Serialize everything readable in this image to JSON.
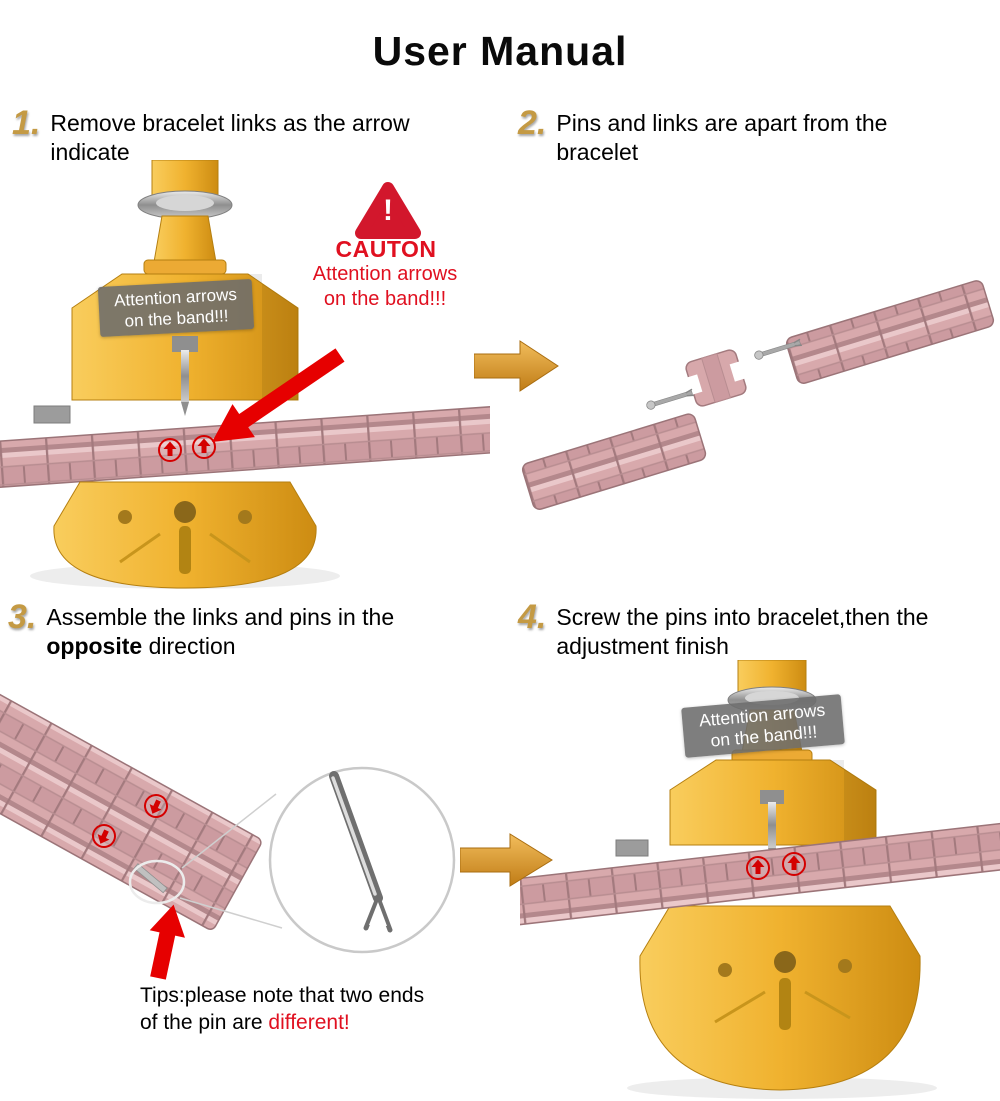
{
  "title": "User Manual",
  "steps": [
    {
      "number": "1.",
      "line1": "Remove bracelet links as the arrow",
      "line2": "indicate"
    },
    {
      "number": "2.",
      "line1": "Pins and links are apart from the",
      "line2": "bracelet"
    },
    {
      "number": "3.",
      "line1": "Assemble the links and pins in the",
      "line2_bold": "opposite",
      "line2_rest": " direction"
    },
    {
      "number": "4.",
      "line1": "Screw the pins into bracelet,then the",
      "line2": "adjustment finish"
    }
  ],
  "caution": {
    "mark": "!",
    "title": "CAUTON",
    "line1": "Attention arrows",
    "line2": "on the band!!!"
  },
  "band_label": {
    "line1": "Attention arrows",
    "line2": "on the band!!!"
  },
  "tips": {
    "line1": "Tips:please note that two ends",
    "line2_prefix": "of the pin are ",
    "highlight": "different!"
  },
  "icons": {
    "flow_arrow": "right-block-arrow",
    "caution_triangle": "warning-triangle",
    "band_arrow": "red-up-arrow-sticker",
    "magnifier": "zoom-detail-circle"
  },
  "colors": {
    "accent_gold": "#c49a44",
    "caution_red": "#e01020",
    "tool_yellow": "#f0b22f",
    "band_pink": "#d8a9ac",
    "label_gray": "#6c6c6c"
  }
}
